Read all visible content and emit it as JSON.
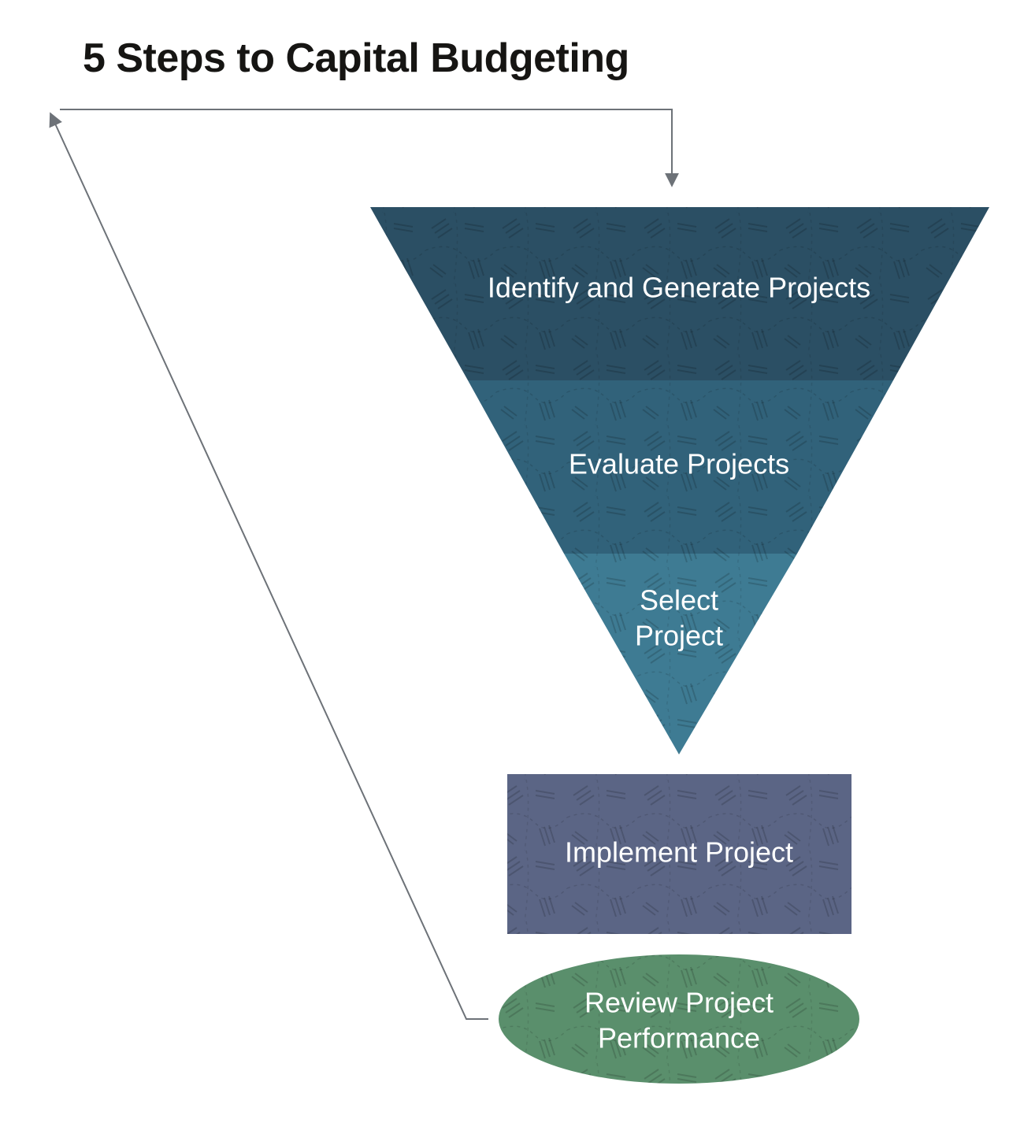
{
  "title": "5 Steps to Capital Budgeting",
  "steps": [
    {
      "label": "Identify and Generate Projects",
      "color": "#2b4f64"
    },
    {
      "label": "Evaluate Projects",
      "color": "#31627a"
    },
    {
      "lines": [
        "Select",
        "Project"
      ],
      "color": "#3e7b93"
    },
    {
      "label": "Implement Project",
      "color": "#5b6585"
    },
    {
      "lines": [
        "Review Project",
        "Performance"
      ],
      "color": "#5a8f6c"
    }
  ],
  "colors": {
    "connector": "#6d7278",
    "title": "#161513",
    "background": "#ffffff"
  }
}
